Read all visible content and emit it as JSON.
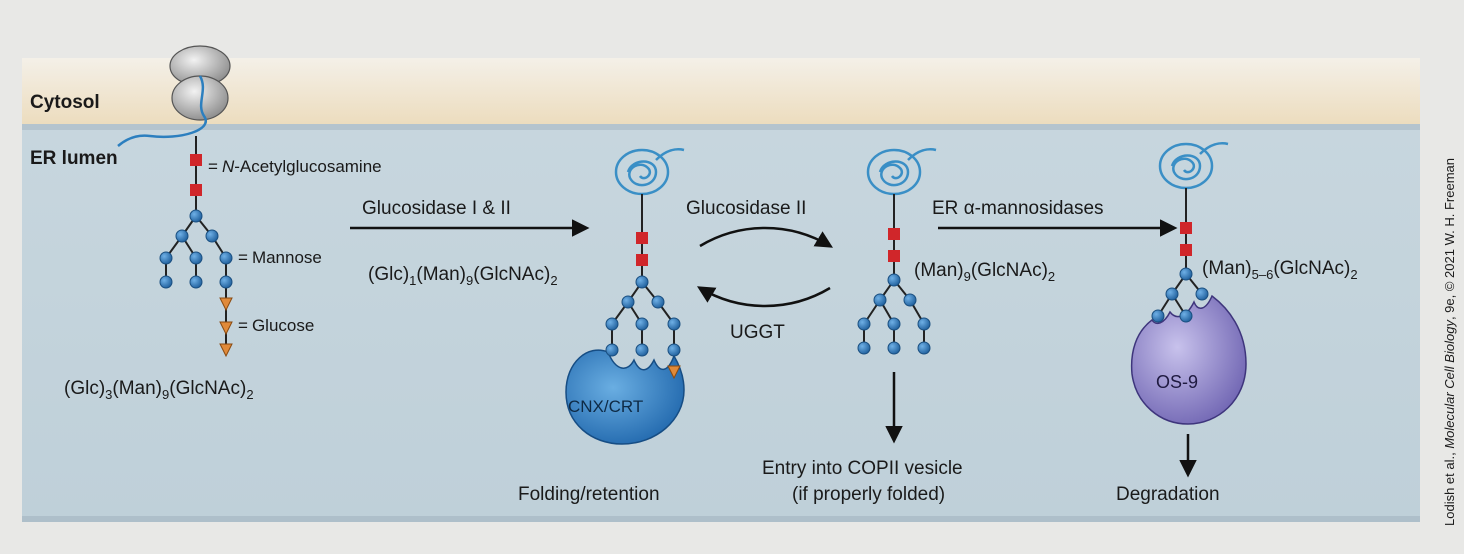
{
  "regions": {
    "cytosol": "Cytosol",
    "er_lumen": "ER lumen"
  },
  "legend": {
    "glcnac_italic": "N",
    "glcnac_rest": "-Acetylglucosamine",
    "mannose": "Mannose",
    "glucose": "Glucose",
    "equals": "="
  },
  "formulas": {
    "start": [
      [
        "(Glc)",
        ""
      ],
      [
        "3",
        ""
      ],
      [
        "(Man)",
        ""
      ],
      [
        "9",
        ""
      ],
      [
        "(GlcNAc)",
        ""
      ],
      [
        "2",
        ""
      ]
    ],
    "step1": "(Glc)1(Man)9(GlcNAc)2",
    "step2": "(Man)9(GlcNAc)2",
    "step3": "(Man)5–6(GlcNAc)2"
  },
  "formula_parts": {
    "f0": {
      "a": "(Glc)",
      "b": "3",
      "c": "(Man)",
      "d": "9",
      "e": "(GlcNAc)",
      "f": "2"
    },
    "f1": {
      "a": "(Glc)",
      "b": "1",
      "c": "(Man)",
      "d": "9",
      "e": "(GlcNAc)",
      "f": "2"
    },
    "f2": {
      "a": "(Man)",
      "b": "9",
      "c": "(GlcNAc)",
      "d": "2"
    },
    "f3": {
      "a": "(Man)",
      "b": "5–6",
      "c": "(GlcNAc)",
      "d": "2"
    }
  },
  "enzymes": {
    "glucosidase_1_2": "Glucosidase I & II",
    "glucosidase_2": "Glucosidase II",
    "uggt": "UGGT",
    "er_mannosidases_prefix": "ER ",
    "er_mannosidases_alpha": "α",
    "er_mannosidases_rest": "-mannosidases"
  },
  "proteins": {
    "cnx_crt": "CNX/CRT",
    "os9": "OS-9"
  },
  "outcomes": {
    "folding": "Folding/retention",
    "copii_line1": "Entry into COPII vesicle",
    "copii_line2": "(if properly folded)",
    "degradation": "Degradation"
  },
  "credit": {
    "prefix": "Lodish et al., ",
    "italic": "Molecular Cell Biology",
    "suffix": ", 9e, © 2021 W. H. Freeman"
  },
  "colors": {
    "background": "#e8e8e6",
    "cytosol": "#efe3cc",
    "lumen": "#c3d3dc",
    "membrane": "#aebfca",
    "glcnac": "#d0262a",
    "mannose": "#2a70b0",
    "glucose": "#e08a3a",
    "cnx_crt": "#2f7bc0",
    "os9": "#8a80c8",
    "protein": "#3a8fc6",
    "ribosome": "#8c8c8c"
  }
}
